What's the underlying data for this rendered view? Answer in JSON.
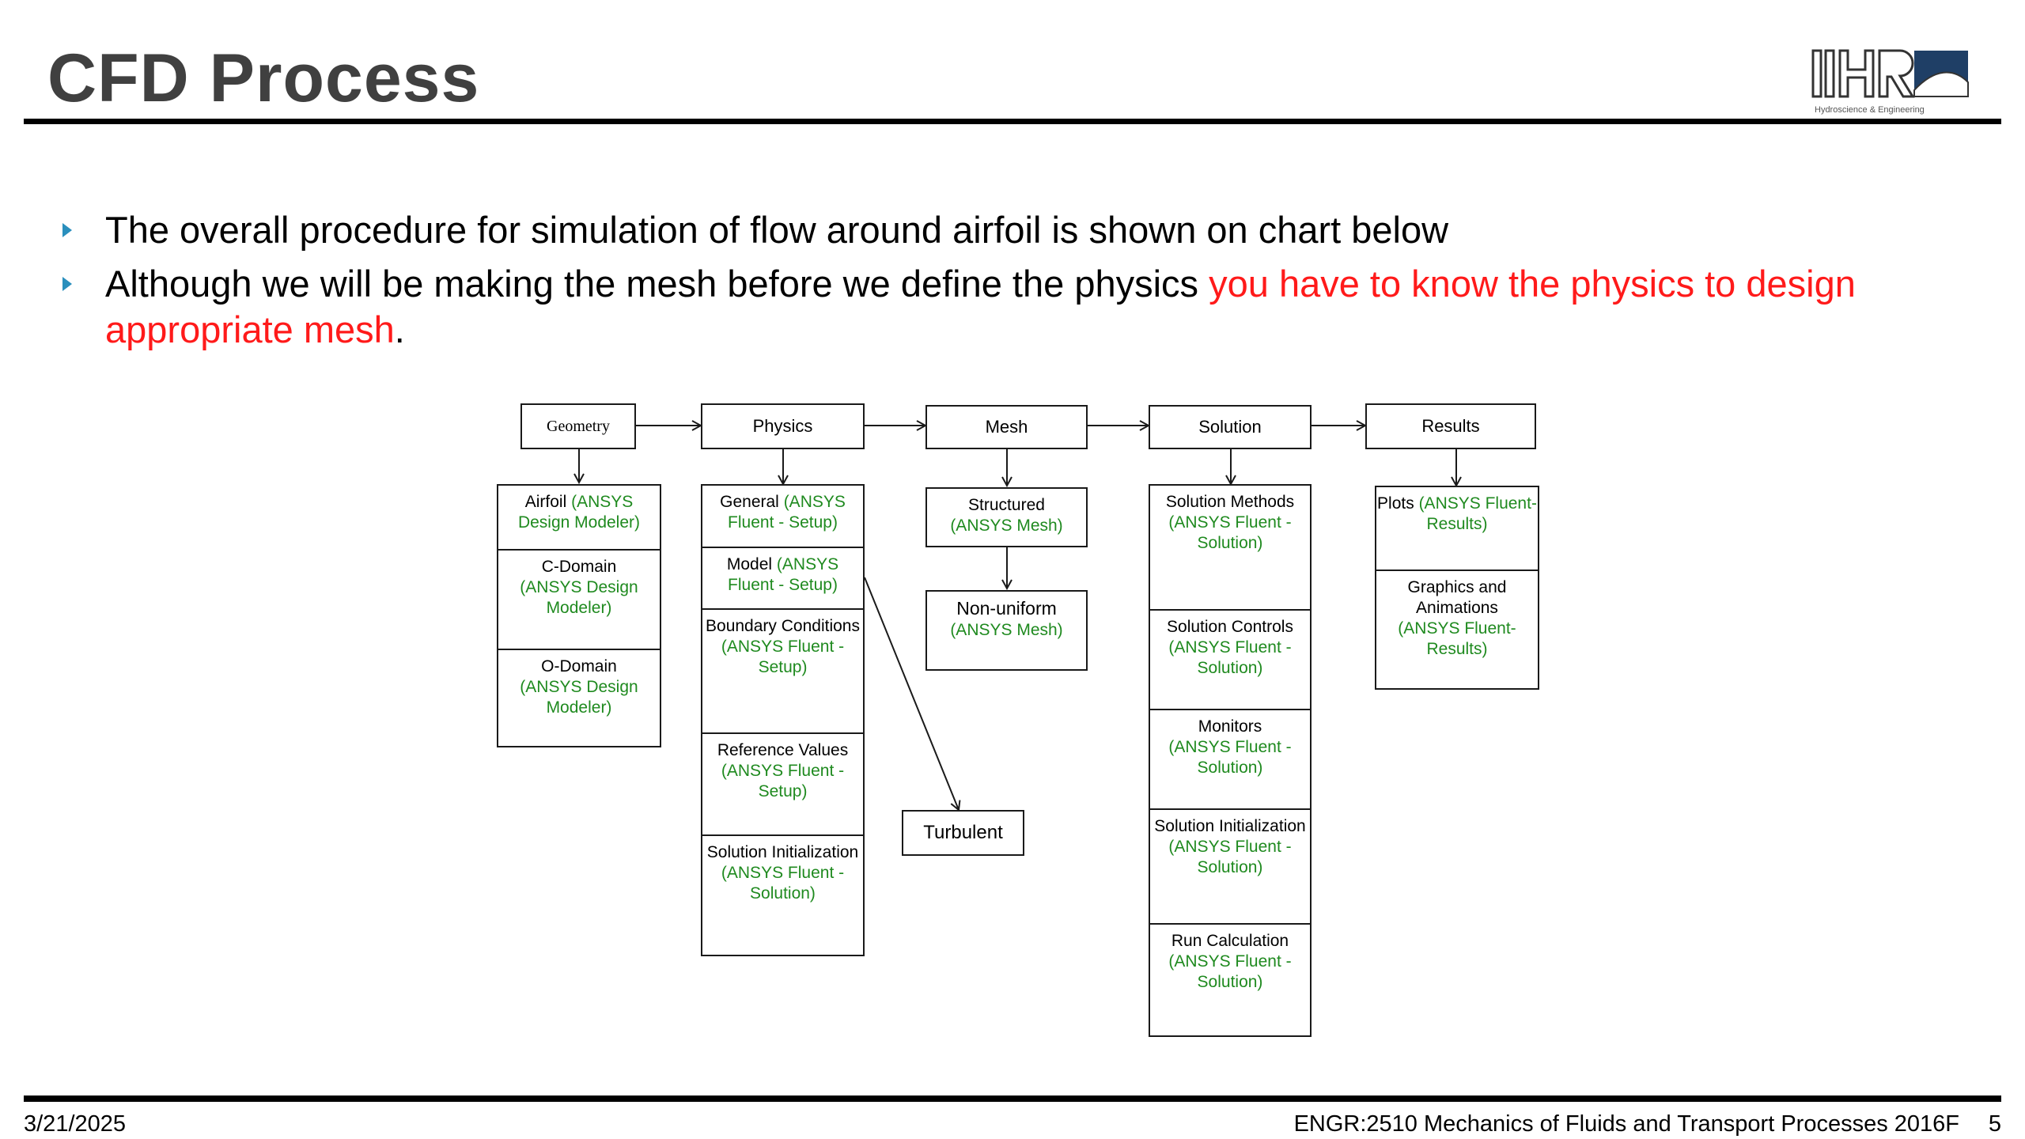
{
  "title": "CFD Process",
  "logo": {
    "text": "IIHR",
    "subtitle": "Hydroscience & Engineering"
  },
  "bullets": [
    {
      "text": "The overall procedure for simulation of flow around airfoil is shown on chart below",
      "highlight": "",
      "suffix": ""
    },
    {
      "text": "Although we will be making the mesh before we define the physics ",
      "highlight": "you have to know the physics to design appropriate mesh",
      "suffix": "."
    }
  ],
  "colors": {
    "accent_bullet": "#2a8fbd",
    "highlight_red": "#ff1a1a",
    "software_green": "#1f8a1f",
    "title_gray": "#404040"
  },
  "diagram": {
    "headers": {
      "geometry": "Geometry",
      "physics": "Physics",
      "mesh": "Mesh",
      "solution": "Solution",
      "results": "Results"
    },
    "geometry": [
      {
        "label": "Airfoil",
        "tool": "(ANSYS Design Modeler)"
      },
      {
        "label": "C-Domain",
        "tool": "(ANSYS Design Modeler)"
      },
      {
        "label": "O-Domain",
        "tool": "(ANSYS Design Modeler)"
      }
    ],
    "physics": [
      {
        "label": "General",
        "tool": "(ANSYS Fluent - Setup)"
      },
      {
        "label": "Model",
        "tool": "(ANSYS Fluent - Setup)"
      },
      {
        "label": "Boundary Conditions",
        "tool": "(ANSYS Fluent - Setup)"
      },
      {
        "label": "Reference Values",
        "tool": "(ANSYS Fluent - Setup)"
      },
      {
        "label": "Solution Initialization",
        "tool": "(ANSYS Fluent - Solution)"
      }
    ],
    "turbulent": "Turbulent",
    "mesh": [
      {
        "label": "Structured",
        "tool": "(ANSYS Mesh)"
      },
      {
        "label": "Non-uniform",
        "tool": "(ANSYS Mesh)"
      }
    ],
    "solution": [
      {
        "label": "Solution Methods",
        "tool": "(ANSYS Fluent - Solution)"
      },
      {
        "label": "Solution Controls",
        "tool": "(ANSYS Fluent - Solution)"
      },
      {
        "label": "Monitors",
        "tool": "(ANSYS Fluent - Solution)"
      },
      {
        "label": "Solution Initialization",
        "tool": "(ANSYS Fluent - Solution)"
      },
      {
        "label": "Run Calculation",
        "tool": "(ANSYS Fluent - Solution)"
      }
    ],
    "results": [
      {
        "label": "Plots",
        "tool": "(ANSYS Fluent- Results)"
      },
      {
        "label": "Graphics and Animations",
        "tool": "(ANSYS Fluent- Results)"
      }
    ]
  },
  "footer": {
    "date": "3/21/2025",
    "course": "ENGR:2510 Mechanics of Fluids and Transport Processes 2016F",
    "page": "5"
  }
}
